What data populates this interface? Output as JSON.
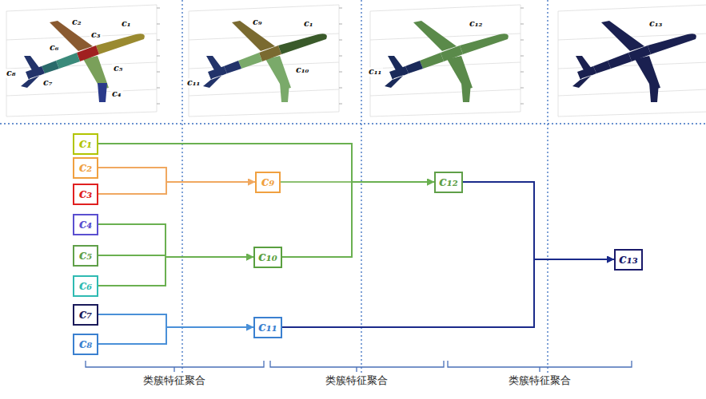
{
  "diagram": {
    "nodes": [
      {
        "text": [
          "c₁"
        ]
      },
      {
        "text": [
          "c₂"
        ]
      },
      {
        "text": [
          "c₃"
        ]
      },
      {
        "text": [
          "c₄"
        ]
      },
      {
        "text": [
          "c₅"
        ]
      },
      {
        "text": [
          "c₆"
        ]
      },
      {
        "text": [
          "c₇"
        ]
      },
      {
        "text": [
          "c₈"
        ]
      },
      {
        "text": [
          "c₉"
        ]
      },
      {
        "text": [
          "c₁₀"
        ]
      },
      {
        "text": [
          "c₁₁"
        ]
      },
      {
        "text": [
          "c₁₂"
        ]
      },
      {
        "text": [
          "c₁₃"
        ]
      }
    ],
    "edges": [
      {
        "from": 1,
        "to": 8,
        "arrow": "to"
      },
      {
        "from": 2,
        "to": 8,
        "arrow": "to"
      },
      {
        "from": 3,
        "to": 9,
        "arrow": "to"
      },
      {
        "from": 4,
        "to": 9,
        "arrow": "to"
      },
      {
        "from": 5,
        "to": 9,
        "arrow": "to"
      },
      {
        "from": 6,
        "to": 10,
        "arrow": "to"
      },
      {
        "from": 7,
        "to": 10,
        "arrow": "to"
      },
      {
        "from": 0,
        "to": 11,
        "arrow": "to"
      },
      {
        "from": 8,
        "to": 11,
        "arrow": "to"
      },
      {
        "from": 9,
        "to": 11,
        "arrow": "to"
      },
      {
        "from": 11,
        "to": 12,
        "arrow": "to"
      },
      {
        "from": 10,
        "to": 12,
        "arrow": "to"
      }
    ],
    "labels": [
      "c₂",
      "c₃",
      "c₁",
      "c₆",
      "c₅",
      "c₈",
      "c₇",
      "c₄",
      "c₉",
      "c₁",
      "c₁₁",
      "c₁₀",
      "c₁₂",
      "c₁₁",
      "c₁₃",
      "类簇特征聚合",
      "类簇特征聚合",
      "类簇特征聚合"
    ]
  }
}
